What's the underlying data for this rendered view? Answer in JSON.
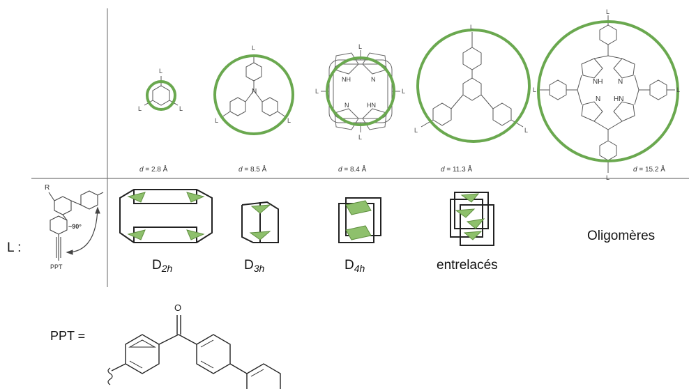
{
  "cores": [
    {
      "d_value": "2.8 Å"
    },
    {
      "d_value": "8.5 Å"
    },
    {
      "d_value": "8.4 Å"
    },
    {
      "d_value": "11.3 Å"
    },
    {
      "d_value": "15.2 Å"
    }
  ],
  "d_symbol": "d",
  "d_eq": " = ",
  "ligand_marker": "L :",
  "substituent_label": "L",
  "carbazole": {
    "r_label": "R",
    "angle_label": "~90°",
    "ppt_label": "PPT"
  },
  "assemblies": [
    {
      "base": "D",
      "sub": "2h"
    },
    {
      "base": "D",
      "sub": "3h"
    },
    {
      "base": "D",
      "sub": "4h"
    }
  ],
  "interlocked_label": "entrelacés",
  "oligomers_label": "Oligomères",
  "ppt_definition": {
    "label": "PPT =",
    "oxygen": "O"
  },
  "atom_labels": {
    "n": "N",
    "nh": "NH",
    "hn": "HN"
  },
  "colors": {
    "accent_green": "#6aa84f",
    "line": "#555555"
  }
}
